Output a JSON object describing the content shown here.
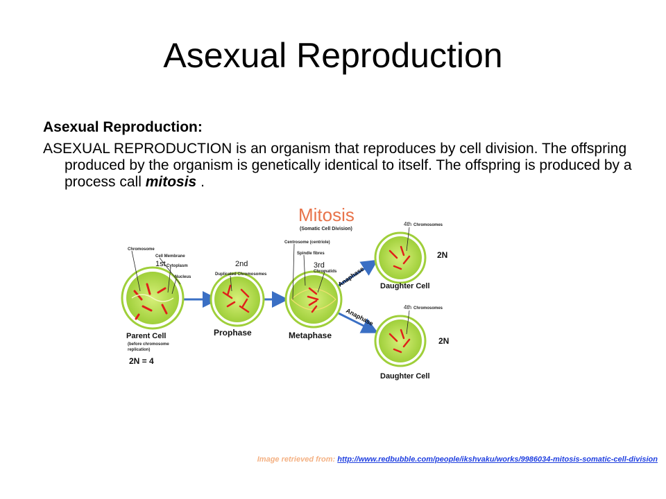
{
  "slide": {
    "title": "Asexual Reproduction",
    "subheading": "Asexual Reproduction:",
    "paragraph_before": "ASEXUAL REPRODUCTION is an organism that reproduces by cell division. The offspring produced by the organism is genetically identical to itself. The offspring is produced by a process call ",
    "paragraph_emph": "mitosis",
    "paragraph_after": " ."
  },
  "diagram": {
    "title": "Mitosis",
    "subtitle": "(Somatic Cell Division)",
    "labels": {
      "chromosome": "Chromosome",
      "cell_membrane": "Cell Membrane",
      "first": "1st",
      "cytoplasm": "Cytoplasm",
      "nucleus": "Nucleus",
      "second": "2nd",
      "duplicated": "Duplicated Chromosomes",
      "centrosome": "Centrosome (centriole)",
      "spindle": "Spindle fibres",
      "third": "3rd",
      "chromatids": "Chromatids",
      "fourth_top": "4th",
      "chromosomes_top": "Chromosomes",
      "fourth_bottom": "4th",
      "chromosomes_bottom": "Chromosomes",
      "anaphase_top": "Anaphase",
      "anaphase_bottom": "Anaphase"
    },
    "captions": {
      "parent": "Parent Cell",
      "parent_note_1": "(before chromosome",
      "parent_note_2": "replication)",
      "prophase": "Prophase",
      "metaphase": "Metaphase",
      "daughter_top": "Daughter Cell",
      "daughter_bottom": "Daughter Cell"
    },
    "ploidy": {
      "parent": "2N = 4",
      "daughter_top": "2N",
      "daughter_bottom": "2N"
    },
    "colors": {
      "title": "#e8734a",
      "cell_fill": "#b9e04a",
      "cell_ring": "#9fcf3a",
      "chromosome": "#e0201a",
      "arrow": "#3a6fc4",
      "ploidy": "#e0201a"
    }
  },
  "citation": {
    "prefix": "Image retrieved from: ",
    "link": "http://www.redbubble.com/people/ikshvaku/works/9986034-mitosis-somatic-cell-division"
  }
}
